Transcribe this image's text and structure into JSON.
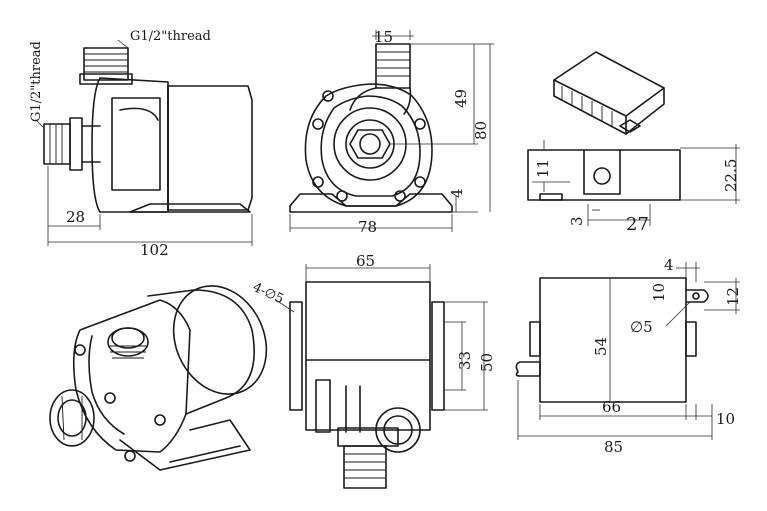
{
  "drawing": {
    "line_color": "#1a1a1a",
    "background": "#ffffff"
  },
  "side_view": {
    "thread_top": "G1/2\"thread",
    "thread_side": "G1/2\"thread",
    "dim_28": "28",
    "dim_102": "102"
  },
  "front_view": {
    "dim_15": "15",
    "dim_49": "49",
    "dim_80": "80",
    "dim_4": "4",
    "dim_78": "78"
  },
  "controller_view": {
    "dim_11": "11",
    "dim_22_5": "22.5",
    "dim_3": "3",
    "dim_27": "27"
  },
  "iso_view": {},
  "top_view": {
    "dim_65": "65",
    "dim_hole": "4-∅5",
    "dim_33": "33",
    "dim_50": "50"
  },
  "controller_top_view": {
    "dim_4": "4",
    "dim_10": "10",
    "dim_12": "12",
    "dim_hole": "∅5",
    "dim_54": "54",
    "dim_66": "66",
    "dim_10b": "10",
    "dim_85": "85"
  }
}
